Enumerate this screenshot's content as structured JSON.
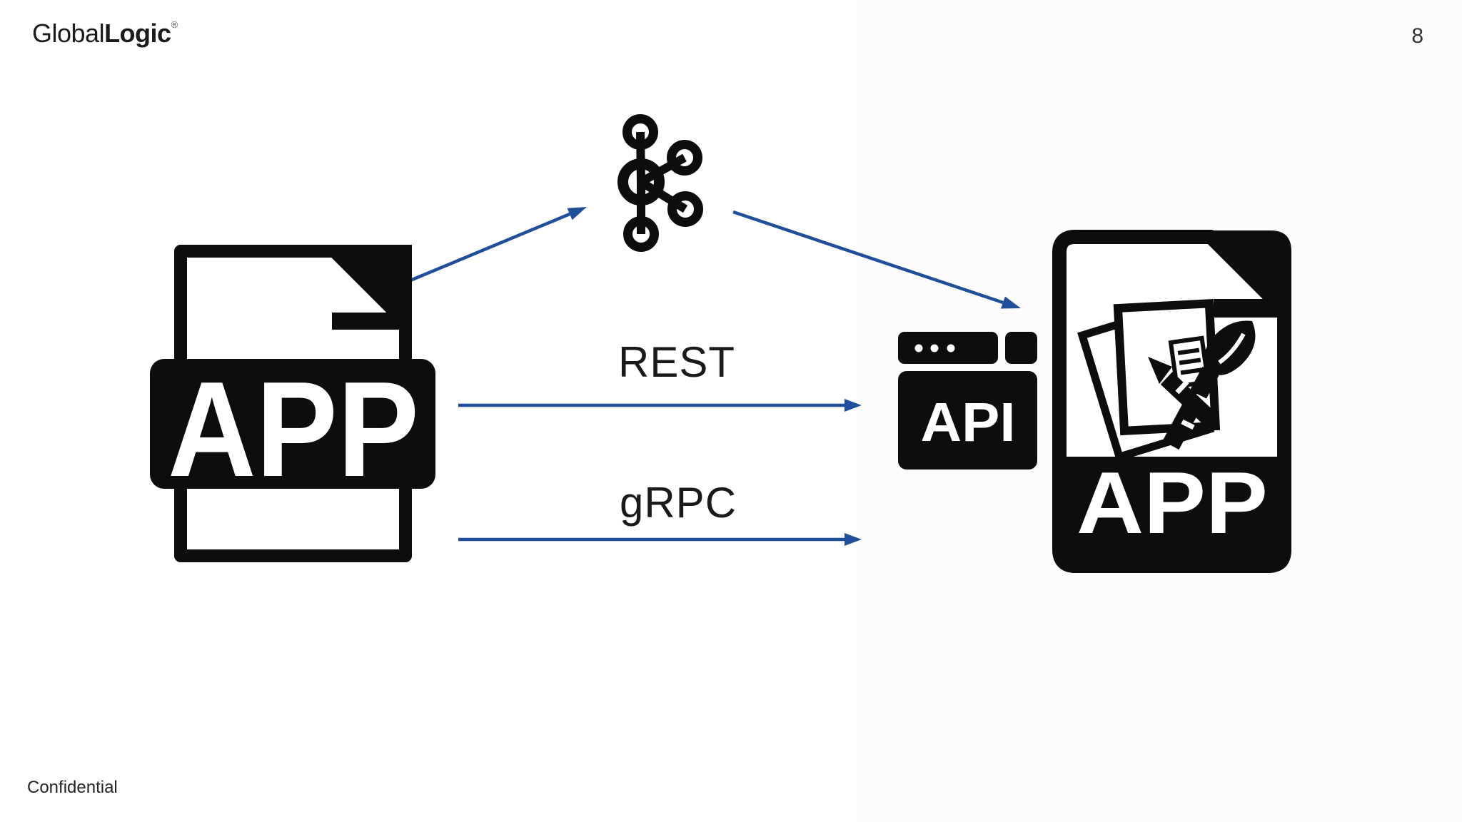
{
  "slide": {
    "header": {
      "logo": {
        "part1": "Global",
        "part2": "Logic",
        "registered": "®"
      },
      "page_number": "8"
    },
    "footer": {
      "confidential": "Confidential"
    },
    "diagram": {
      "source_app_label": "APP",
      "target_app_label": "APP",
      "api_label": "API",
      "connections": {
        "rest": "REST",
        "grpc": "gRPC"
      },
      "icons": {
        "source": "app-file-icon",
        "broker": "kafka-icon",
        "gateway": "api-browser-icon",
        "target": "app-design-file-icon"
      },
      "colors": {
        "arrow": "#1f4e9b",
        "icon": "#0d0d0d",
        "label": "#1a1a1a"
      }
    }
  }
}
